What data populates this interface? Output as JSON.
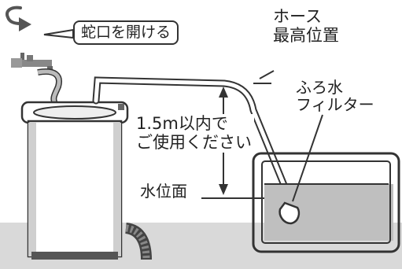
{
  "labels": {
    "open_faucet": "蛇口を開ける",
    "hose_highest_line1": "ホース",
    "hose_highest_line2": "最高位置",
    "filter_line1": "ふろ水",
    "filter_line2": "フィルター",
    "limit_line1": "1.5m以内で",
    "limit_line2": "ご使用ください",
    "water_level": "水位面"
  },
  "icons": [
    "rotate-arrow-icon",
    "faucet-icon"
  ],
  "colors": {
    "line": "#333333",
    "floor": "#d9d9d9",
    "water": "#bfbfbf",
    "washer_body": "#ffffff"
  }
}
